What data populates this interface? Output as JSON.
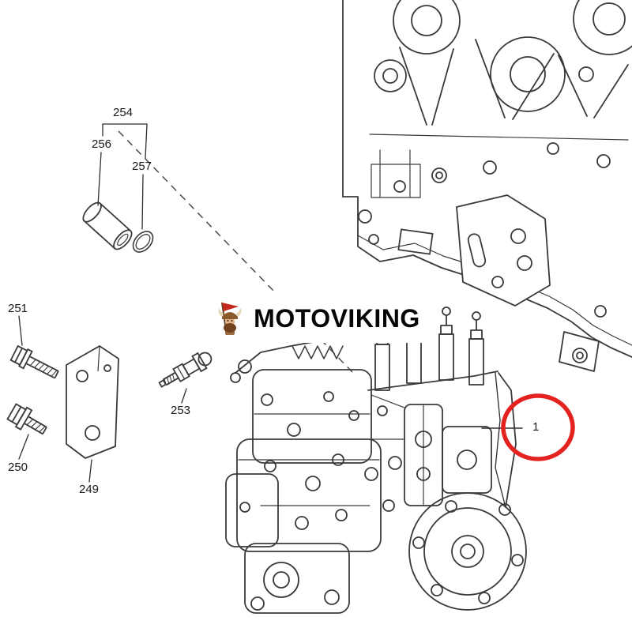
{
  "diagram": {
    "brand": "MOTOVIKING",
    "labels": {
      "p254": "254",
      "p256": "256",
      "p257": "257",
      "p251": "251",
      "p253": "253",
      "p250": "250",
      "p249": "249",
      "p1": "1"
    },
    "colors": {
      "line": "#3a3a3a",
      "label_text": "#1a1a1a",
      "highlight_red": "#e42320",
      "background": "#ffffff"
    }
  }
}
